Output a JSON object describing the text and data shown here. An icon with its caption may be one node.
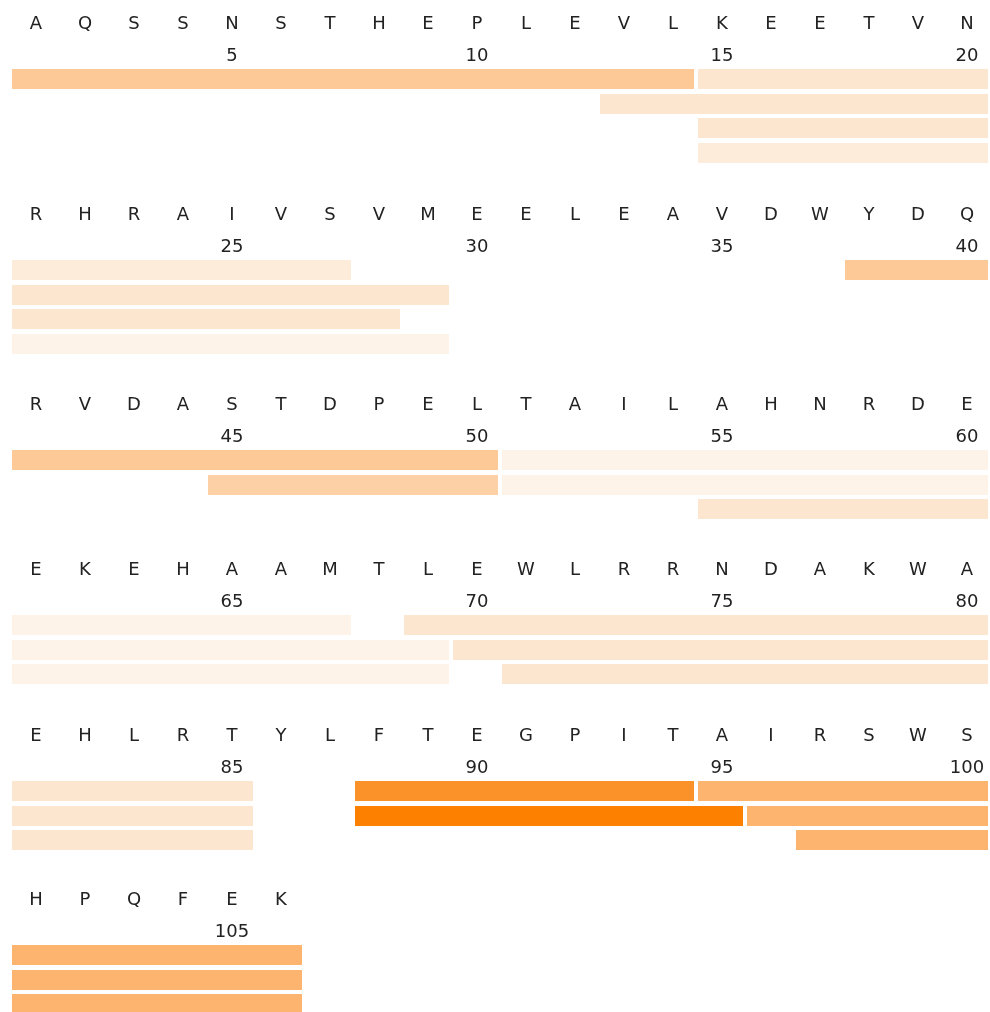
{
  "diagram": {
    "nodes": [
      {
        "text": [],
        "shape": "bar"
      },
      {
        "text": [],
        "shape": "bar"
      },
      {
        "text": [],
        "shape": "bar"
      },
      {
        "text": [],
        "shape": "bar"
      },
      {
        "text": [],
        "shape": "bar"
      },
      {
        "text": [],
        "shape": "bar"
      },
      {
        "text": [],
        "shape": "bar"
      },
      {
        "text": [],
        "shape": "bar"
      },
      {
        "text": [],
        "shape": "bar"
      },
      {
        "text": [],
        "shape": "bar"
      },
      {
        "text": [],
        "shape": "bar"
      },
      {
        "text": [],
        "shape": "bar"
      },
      {
        "text": [],
        "shape": "bar"
      },
      {
        "text": [],
        "shape": "bar"
      },
      {
        "text": [],
        "shape": "bar"
      },
      {
        "text": [],
        "shape": "bar"
      },
      {
        "text": [],
        "shape": "bar"
      },
      {
        "text": [],
        "shape": "bar"
      },
      {
        "text": [],
        "shape": "bar"
      },
      {
        "text": [],
        "shape": "bar"
      },
      {
        "text": [],
        "shape": "bar"
      },
      {
        "text": [],
        "shape": "bar"
      },
      {
        "text": [],
        "shape": "bar"
      },
      {
        "text": [],
        "shape": "bar"
      },
      {
        "text": [],
        "shape": "bar"
      },
      {
        "text": [],
        "shape": "bar"
      },
      {
        "text": [],
        "shape": "bar"
      },
      {
        "text": [],
        "shape": "bar"
      },
      {
        "text": [],
        "shape": "bar"
      },
      {
        "text": [],
        "shape": "bar"
      },
      {
        "text": [],
        "shape": "bar"
      },
      {
        "text": [],
        "shape": "bar"
      }
    ],
    "labels": [
      "A",
      "Q",
      "S",
      "S",
      "N",
      "S",
      "T",
      "H",
      "E",
      "P",
      "L",
      "E",
      "V",
      "L",
      "K",
      "E",
      "E",
      "T",
      "V",
      "N",
      "5",
      "10",
      "15",
      "20",
      "R",
      "H",
      "R",
      "A",
      "I",
      "V",
      "S",
      "V",
      "M",
      "E",
      "E",
      "L",
      "E",
      "A",
      "V",
      "D",
      "W",
      "Y",
      "D",
      "Q",
      "25",
      "30",
      "35",
      "40",
      "R",
      "V",
      "D",
      "A",
      "S",
      "T",
      "D",
      "P",
      "E",
      "L",
      "T",
      "A",
      "I",
      "L",
      "A",
      "H",
      "N",
      "R",
      "D",
      "E",
      "45",
      "50",
      "55",
      "60",
      "E",
      "K",
      "E",
      "H",
      "A",
      "A",
      "M",
      "T",
      "L",
      "E",
      "W",
      "L",
      "R",
      "R",
      "N",
      "D",
      "A",
      "K",
      "W",
      "A",
      "65",
      "70",
      "75",
      "80",
      "E",
      "H",
      "L",
      "R",
      "T",
      "Y",
      "L",
      "F",
      "T",
      "E",
      "G",
      "P",
      "I",
      "T",
      "A",
      "I",
      "R",
      "S",
      "W",
      "S",
      "85",
      "90",
      "95",
      "100",
      "H",
      "P",
      "Q",
      "F",
      "E",
      "K",
      "105"
    ]
  }
}
